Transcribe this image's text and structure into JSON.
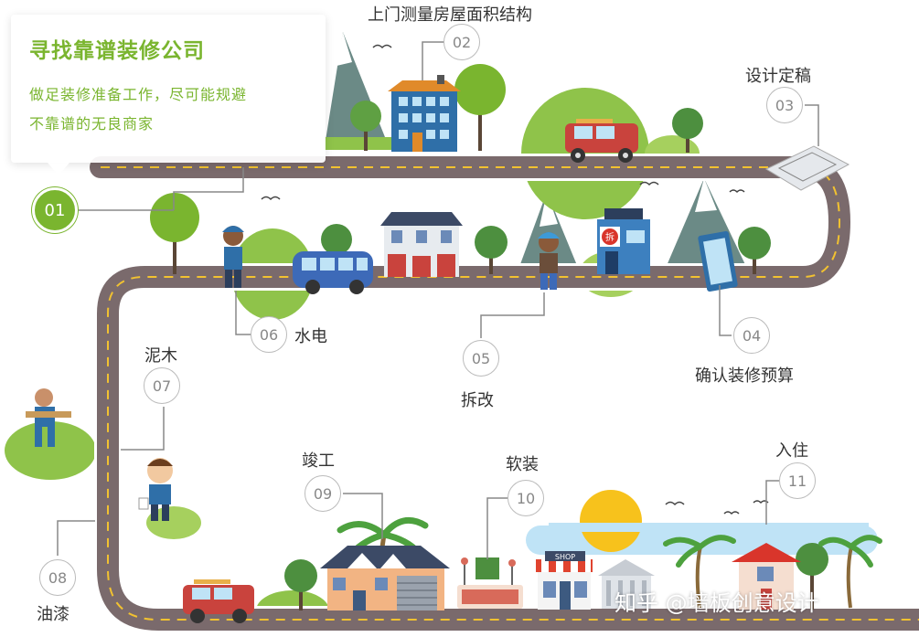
{
  "callout": {
    "title": "寻找靠谱装修公司",
    "line1": "做足装修准备工作，尽可能规避",
    "line2": "不靠谱的无良商家"
  },
  "steps": [
    {
      "num": "01",
      "label": ""
    },
    {
      "num": "02",
      "label": "上门测量房屋面积结构"
    },
    {
      "num": "03",
      "label": "设计定稿"
    },
    {
      "num": "04",
      "label": "确认装修预算"
    },
    {
      "num": "05",
      "label": "拆改"
    },
    {
      "num": "06",
      "label": "水电"
    },
    {
      "num": "07",
      "label": "泥木"
    },
    {
      "num": "08",
      "label": "油漆"
    },
    {
      "num": "09",
      "label": "竣工"
    },
    {
      "num": "10",
      "label": "软装"
    },
    {
      "num": "11",
      "label": "入住"
    }
  ],
  "signs": {
    "demolish": "拆",
    "shop": "SHOP"
  },
  "watermark": "知乎 @墙板创意设计",
  "colors": {
    "road": "#7a6a6c",
    "road_edge": "#ffffff",
    "road_dash": "#f2c230",
    "accent_green": "#7ab52f",
    "hill_green": "#8fc34a",
    "circle_border": "#bbbbbb",
    "sky_blue": "#bfe3f6",
    "sun": "#f7c21c"
  }
}
